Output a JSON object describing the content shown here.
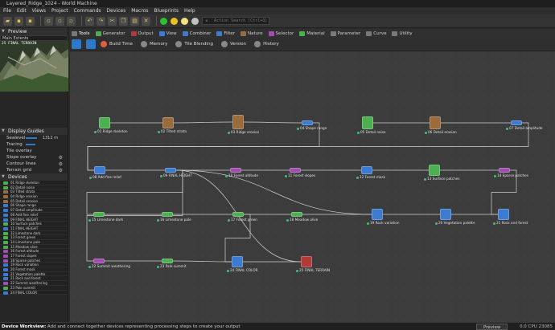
{
  "window": {
    "title": "Layered_Ridge_1024 - World Machine"
  },
  "menu": [
    "File",
    "Edit",
    "Views",
    "Project",
    "Commands",
    "Devices",
    "Macros",
    "Blueprints",
    "Help"
  ],
  "search": {
    "placeholder": "Action Search (Ctrl+Q)"
  },
  "left": {
    "preview_header": "Preview",
    "extents_field": "Main Extents",
    "preview_caption": "25 FINAL TERRAIN",
    "guides_header": "Display Guides",
    "sealevel_label": "Sealevel",
    "sealevel_value": "1312 m",
    "tracing_label": "Tracing",
    "options": [
      "Tile overlay",
      "Slope overlay",
      "Contour lines",
      "Terrain grid"
    ],
    "devices_header": "Devices",
    "devices": [
      {
        "label": "01 Ridge skeleton",
        "color": "#4caf50"
      },
      {
        "label": "02 Detail noise",
        "color": "#4caf50"
      },
      {
        "label": "03 Tilted strata",
        "color": "#9c6b3d"
      },
      {
        "label": "04 Ridge erosion",
        "color": "#9c6b3d"
      },
      {
        "label": "05 Detail erosion",
        "color": "#9c6b3d"
      },
      {
        "label": "06 Shape range",
        "color": "#3d7bd1"
      },
      {
        "label": "07 Detail amplitude",
        "color": "#3d7bd1"
      },
      {
        "label": "08 Add fine relief",
        "color": "#3d7bd1"
      },
      {
        "label": "09 FINAL HEIGHT",
        "color": "#3d7bd1"
      },
      {
        "label": "10 Surface patches",
        "color": "#4caf50"
      },
      {
        "label": "11 FINAL HEIGHT",
        "color": "#3d7bd1"
      },
      {
        "label": "12 Limestone dark",
        "color": "#4caf50"
      },
      {
        "label": "13 Forest green",
        "color": "#4caf50"
      },
      {
        "label": "14 Limestone pale",
        "color": "#4caf50"
      },
      {
        "label": "15 Meadow olive",
        "color": "#4caf50"
      },
      {
        "label": "16 Forest altitude",
        "color": "#a04fb0"
      },
      {
        "label": "17 Forest slopes",
        "color": "#a04fb0"
      },
      {
        "label": "18 Sparse patches",
        "color": "#a04fb0"
      },
      {
        "label": "19 Rock variation",
        "color": "#3d7bd1"
      },
      {
        "label": "20 Forest mask",
        "color": "#3d7bd1"
      },
      {
        "label": "21 Vegetation palette",
        "color": "#3d7bd1"
      },
      {
        "label": "21 Rock and forest",
        "color": "#3d7bd1"
      },
      {
        "label": "22 Summit weathering",
        "color": "#a04fb0"
      },
      {
        "label": "23 Pale summit",
        "color": "#4caf50"
      },
      {
        "label": "24 FINAL COLOR",
        "color": "#3d7bd1"
      }
    ]
  },
  "tabs": [
    {
      "label": "Tools",
      "color": "#7a7a7a"
    },
    {
      "label": "Generator",
      "color": "#4caf50"
    },
    {
      "label": "Output",
      "color": "#b03a3a"
    },
    {
      "label": "View",
      "color": "#3d7bd1"
    },
    {
      "label": "Combiner",
      "color": "#3d7bd1"
    },
    {
      "label": "Filter",
      "color": "#3d7bd1"
    },
    {
      "label": "Nature",
      "color": "#9c6b3d"
    },
    {
      "label": "Selector",
      "color": "#a04fb0"
    },
    {
      "label": "Material",
      "color": "#4caf50"
    },
    {
      "label": "Parameter",
      "color": "#7a7a7a"
    },
    {
      "label": "Curve",
      "color": "#7a7a7a"
    },
    {
      "label": "Utility",
      "color": "#7a7a7a"
    }
  ],
  "toolbar2": [
    {
      "label": "Build Time",
      "color": "#e06040"
    },
    {
      "label": "Memory",
      "color": "#888888"
    },
    {
      "label": "Tile Blending",
      "color": "#888888"
    },
    {
      "label": "Version",
      "color": "#888888"
    },
    {
      "label": "History",
      "color": "#888888"
    }
  ],
  "graph": {
    "nodes": [
      {
        "label": "01 Ridge skeleton",
        "color": "#4caf50"
      },
      {
        "label": "02 Tilted strata",
        "color": "#9c6b3d"
      },
      {
        "label": "03 Ridge erosion",
        "color": "#9c6b3d"
      },
      {
        "label": "04 Shape range",
        "color": "#3d7bd1"
      },
      {
        "label": "05 Detail noise",
        "color": "#4caf50"
      },
      {
        "label": "06 Detail erosion",
        "color": "#9c6b3d"
      },
      {
        "label": "07 Detail amplitude",
        "color": "#3d7bd1"
      },
      {
        "label": "08 Add fine relief",
        "color": "#3d7bd1"
      },
      {
        "label": "09 FINAL HEIGHT",
        "color": "#3d7bd1"
      },
      {
        "label": "10 Forest altitude",
        "color": "#a04fb0"
      },
      {
        "label": "11 Forest slopes",
        "color": "#a04fb0"
      },
      {
        "label": "12 Forest mask",
        "color": "#3d7bd1"
      },
      {
        "label": "13 Surface patches",
        "color": "#4caf50"
      },
      {
        "label": "14 Sparse patches",
        "color": "#a04fb0"
      },
      {
        "label": "15 Limestone dark",
        "color": "#4caf50"
      },
      {
        "label": "16 Limestone pale",
        "color": "#4caf50"
      },
      {
        "label": "17 Forest green",
        "color": "#4caf50"
      },
      {
        "label": "18 Meadow olive",
        "color": "#4caf50"
      },
      {
        "label": "19 Rock variation",
        "color": "#3d7bd1"
      },
      {
        "label": "20 Vegetation palette",
        "color": "#3d7bd1"
      },
      {
        "label": "21 Rock and forest",
        "color": "#3d7bd1"
      },
      {
        "label": "22 Summit weathering",
        "color": "#a04fb0"
      },
      {
        "label": "23 Pale summit",
        "color": "#4caf50"
      },
      {
        "label": "24 FINAL COLOR",
        "color": "#3d7bd1"
      },
      {
        "label": "25 FINAL TERRAIN",
        "color": "#b03a3a"
      }
    ]
  },
  "status": {
    "title": "Device Workview:",
    "message": "Add and connect together devices representing processing steps to create your output",
    "preview_label": "Preview",
    "right": "0.0 CPU 23085"
  }
}
